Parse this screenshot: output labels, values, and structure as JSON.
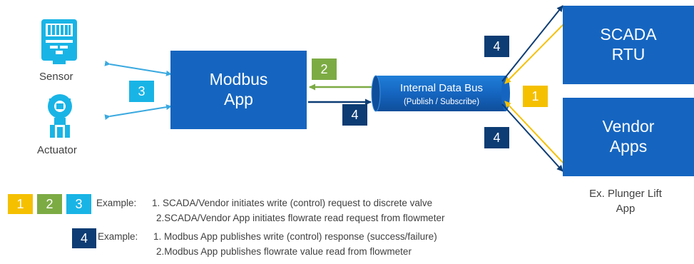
{
  "labels": {
    "sensor": "Sensor",
    "actuator": "Actuator",
    "modbus_app": "Modbus App",
    "bus_title": "Internal Data Bus",
    "bus_sub": "(Publish / Subscribe)",
    "scada_rtu": "SCADA RTU",
    "vendor_apps": "Vendor Apps",
    "plunger": "Ex. Plunger Lift App"
  },
  "badges": {
    "b1": "1",
    "b2": "2",
    "b3": "3",
    "b4": "4"
  },
  "legend": {
    "b1": "1",
    "b2": "2",
    "b3": "3",
    "b4": "4",
    "example_label": "Example:",
    "line_a1": "1.  SCADA/Vendor initiates write (control) request to discrete valve",
    "line_a2": "2.SCADA/Vendor App initiates flowrate read request from flowmeter",
    "line_b1": "1.  Modbus App publishes write (control) response (success/failure)",
    "line_b2": "2.Modbus App publishes flowrate value read from flowmeter"
  },
  "colors": {
    "box_blue": "#1565c0",
    "dark_navy": "#0c3c73",
    "cyan": "#19b4e6",
    "green": "#7cab44",
    "yellow": "#f5c000",
    "arrow_light": "#3aa9e0"
  }
}
